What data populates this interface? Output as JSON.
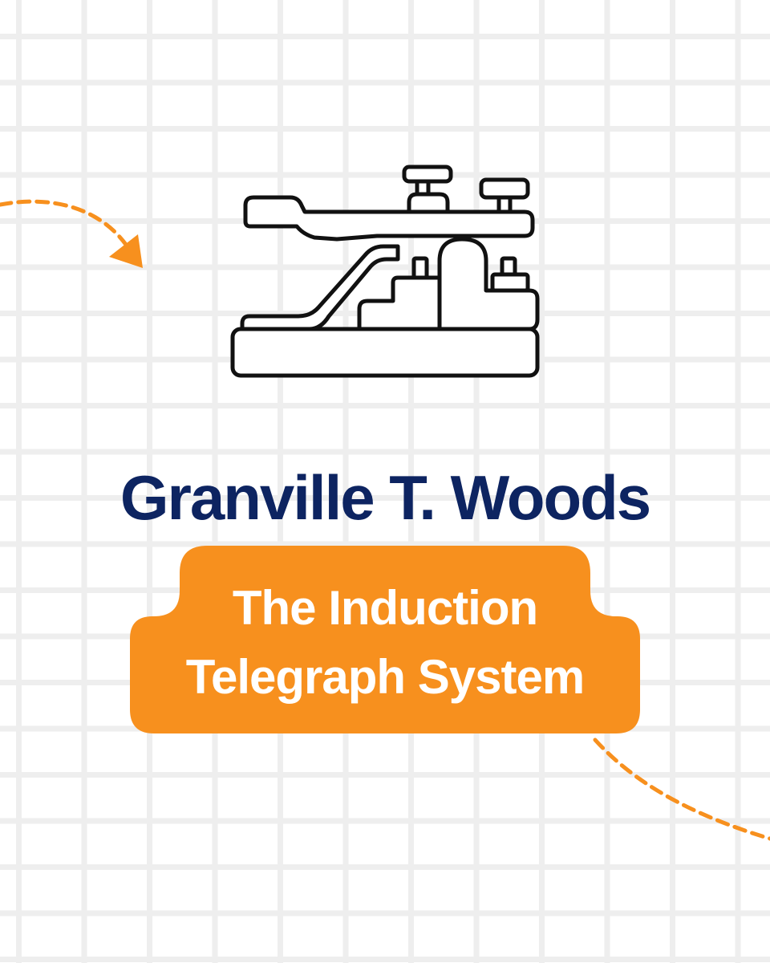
{
  "title": "Granville T. Woods",
  "subtitle_lines": [
    "The Induction",
    "Telegraph System"
  ],
  "illustration": "telegraph-key-icon",
  "colors": {
    "title": "#0d2461",
    "accent": "#f7901e",
    "grid": "#eeeeee",
    "icon_stroke": "#111111"
  }
}
